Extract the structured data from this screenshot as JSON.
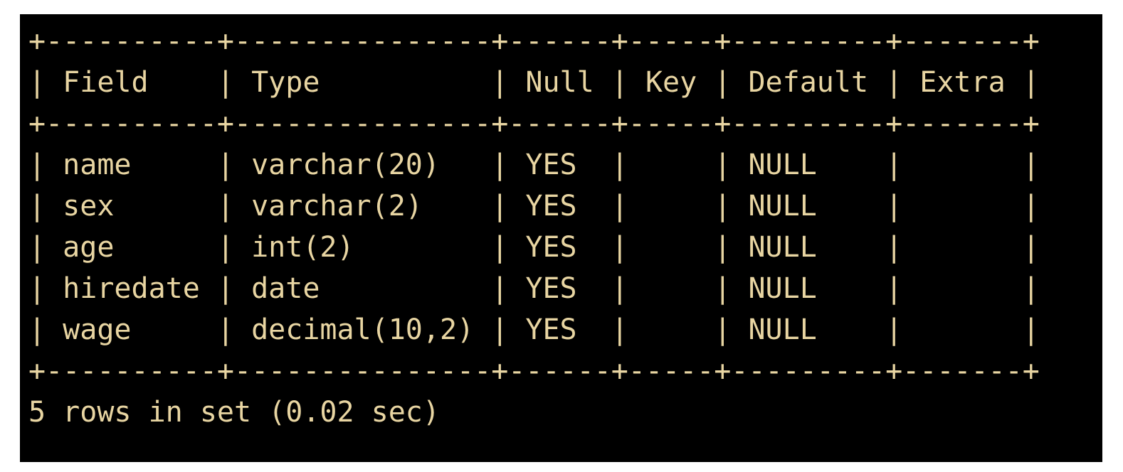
{
  "colors": {
    "page_background": "#ffffff",
    "terminal_background": "#000000",
    "terminal_text": "#e8d5a2"
  },
  "terminal": {
    "lines": [
      "+----------+---------------+------+-----+---------+-------+",
      "| Field    | Type          | Null | Key | Default | Extra |",
      "+----------+---------------+------+-----+---------+-------+",
      "| name     | varchar(20)   | YES  |     | NULL    |       |",
      "| sex      | varchar(2)    | YES  |     | NULL    |       |",
      "| age      | int(2)        | YES  |     | NULL    |       |",
      "| hiredate | date          | YES  |     | NULL    |       |",
      "| wage     | decimal(10,2) | YES  |     | NULL    |       |",
      "+----------+---------------+------+-----+---------+-------+",
      "5 rows in set (0.02 sec)"
    ],
    "result_table": {
      "columns": [
        "Field",
        "Type",
        "Null",
        "Key",
        "Default",
        "Extra"
      ],
      "rows": [
        {
          "field": "name",
          "type": "varchar(20)",
          "null": "YES",
          "key": "",
          "default": "NULL",
          "extra": ""
        },
        {
          "field": "sex",
          "type": "varchar(2)",
          "null": "YES",
          "key": "",
          "default": "NULL",
          "extra": ""
        },
        {
          "field": "age",
          "type": "int(2)",
          "null": "YES",
          "key": "",
          "default": "NULL",
          "extra": ""
        },
        {
          "field": "hiredate",
          "type": "date",
          "null": "YES",
          "key": "",
          "default": "NULL",
          "extra": ""
        },
        {
          "field": "wage",
          "type": "decimal(10,2)",
          "null": "YES",
          "key": "",
          "default": "NULL",
          "extra": ""
        }
      ]
    },
    "status_line": "5 rows in set (0.02 sec)",
    "row_count": "5",
    "elapsed_seconds": "0.02"
  }
}
